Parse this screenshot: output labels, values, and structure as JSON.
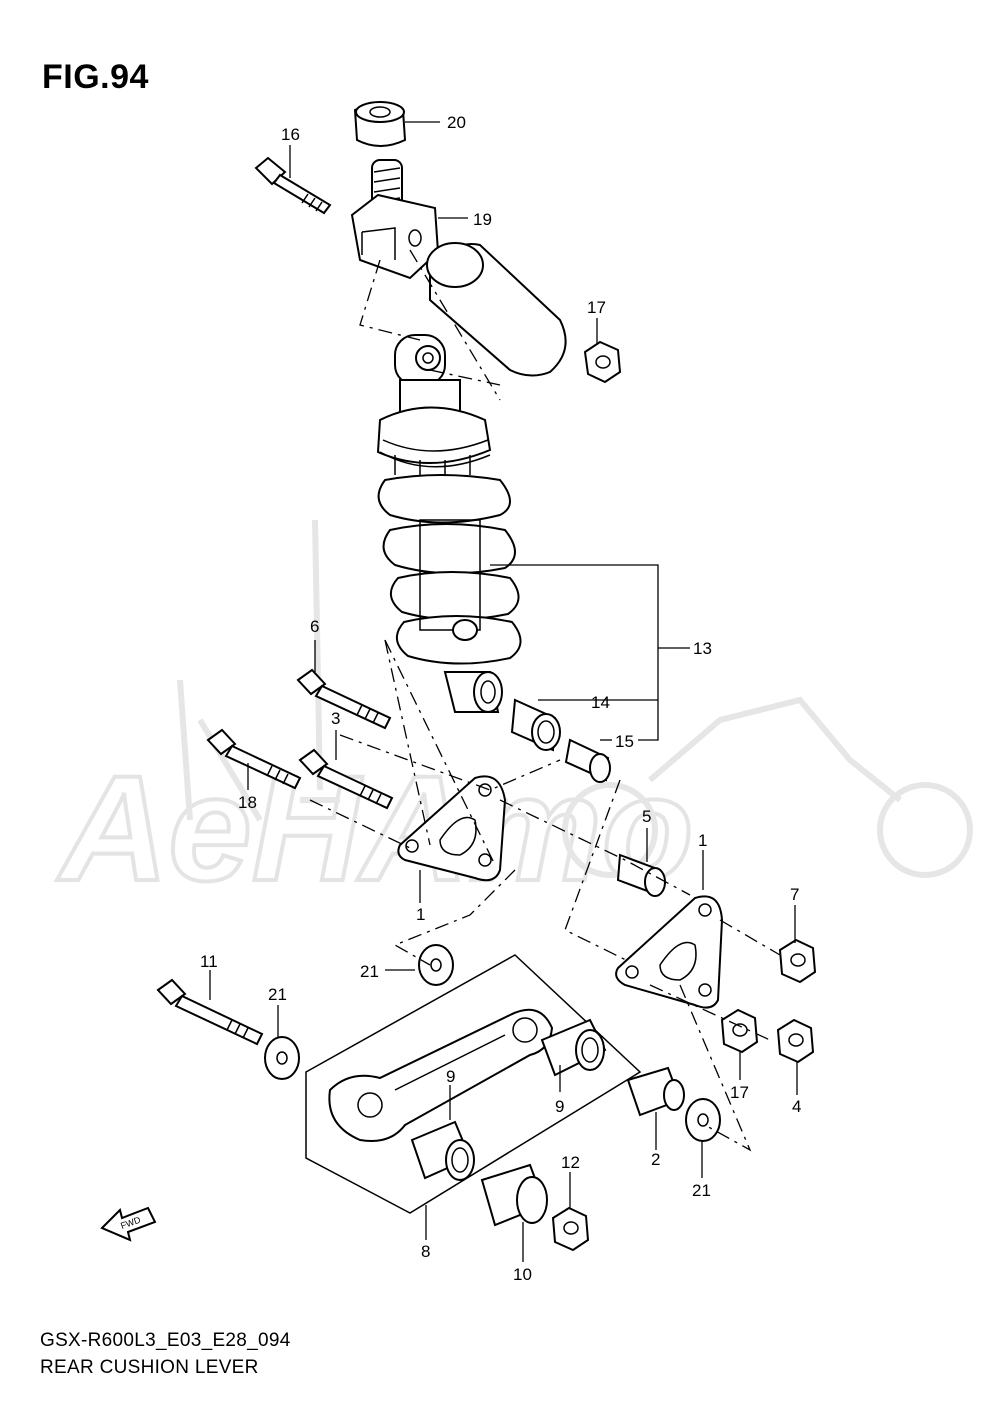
{
  "figure": {
    "title": "FIG.94",
    "model_code": "GSX-R600L3_E03_E28_094",
    "assembly_name": "REAR CUSHION LEVER",
    "watermark_text": "AeHAmo",
    "fwd_label": "FWD"
  },
  "callouts": [
    {
      "id": "c20",
      "label": "20"
    },
    {
      "id": "c16",
      "label": "16"
    },
    {
      "id": "c19",
      "label": "19"
    },
    {
      "id": "c17a",
      "label": "17"
    },
    {
      "id": "c13",
      "label": "13"
    },
    {
      "id": "c14",
      "label": "14"
    },
    {
      "id": "c15",
      "label": "15"
    },
    {
      "id": "c6",
      "label": "6"
    },
    {
      "id": "c3",
      "label": "3"
    },
    {
      "id": "c18",
      "label": "18"
    },
    {
      "id": "c1a",
      "label": "1"
    },
    {
      "id": "c5",
      "label": "5"
    },
    {
      "id": "c1b",
      "label": "1"
    },
    {
      "id": "c7",
      "label": "7"
    },
    {
      "id": "c21a",
      "label": "21"
    },
    {
      "id": "c11",
      "label": "11"
    },
    {
      "id": "c21b",
      "label": "21"
    },
    {
      "id": "c9a",
      "label": "9"
    },
    {
      "id": "c9b",
      "label": "9"
    },
    {
      "id": "c17b",
      "label": "17"
    },
    {
      "id": "c4",
      "label": "4"
    },
    {
      "id": "c2",
      "label": "2"
    },
    {
      "id": "c21c",
      "label": "21"
    },
    {
      "id": "c12",
      "label": "12"
    },
    {
      "id": "c8",
      "label": "8"
    },
    {
      "id": "c10",
      "label": "10"
    }
  ],
  "colors": {
    "line": "#000000",
    "watermark": "#e4e4e4",
    "background": "#ffffff"
  }
}
